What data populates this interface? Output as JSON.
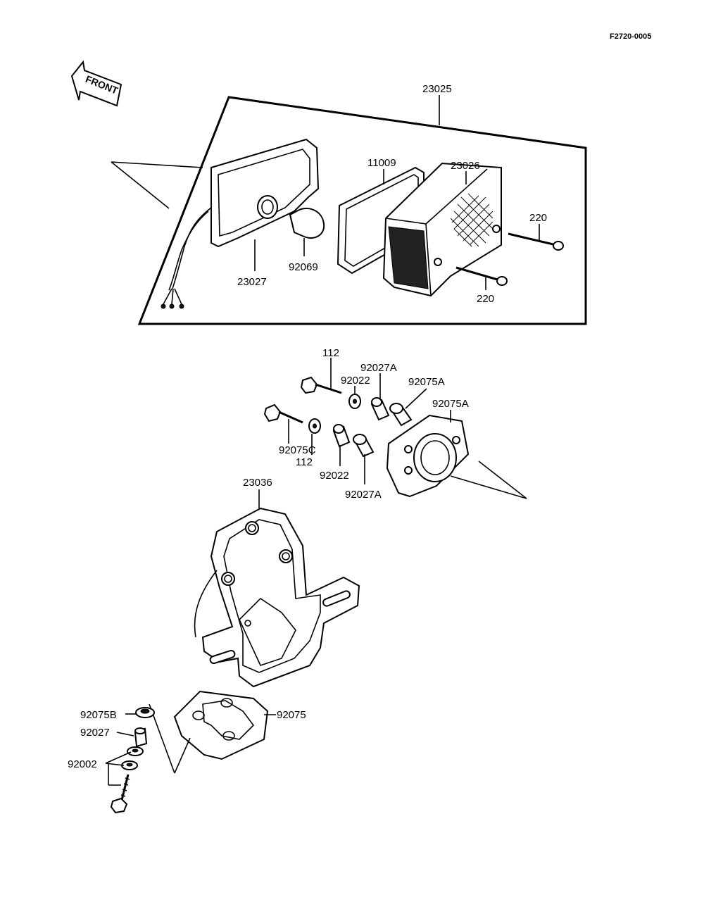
{
  "reference_code": "F2720-0005",
  "front_label": "FRONT",
  "callouts": [
    {
      "id": "23025",
      "text": "23025"
    },
    {
      "id": "11009",
      "text": "11009"
    },
    {
      "id": "23026",
      "text": "23026"
    },
    {
      "id": "220_top",
      "text": "220"
    },
    {
      "id": "220_bottom",
      "text": "220"
    },
    {
      "id": "23027",
      "text": "23027"
    },
    {
      "id": "92069",
      "text": "92069"
    },
    {
      "id": "112_top",
      "text": "112"
    },
    {
      "id": "92022_top",
      "text": "92022"
    },
    {
      "id": "92027A_top",
      "text": "92027A"
    },
    {
      "id": "92075A_top",
      "text": "92075A"
    },
    {
      "id": "92075C",
      "text": "92075C"
    },
    {
      "id": "112_bottom",
      "text": "112"
    },
    {
      "id": "92022_bottom",
      "text": "92022"
    },
    {
      "id": "92027A_bottom",
      "text": "92027A"
    },
    {
      "id": "92075A_bottom",
      "text": "92075A"
    },
    {
      "id": "23036",
      "text": "23036"
    },
    {
      "id": "92075B",
      "text": "92075B"
    },
    {
      "id": "92075",
      "text": "92075"
    },
    {
      "id": "92027",
      "text": "92027"
    },
    {
      "id": "92002",
      "text": "92002"
    }
  ]
}
